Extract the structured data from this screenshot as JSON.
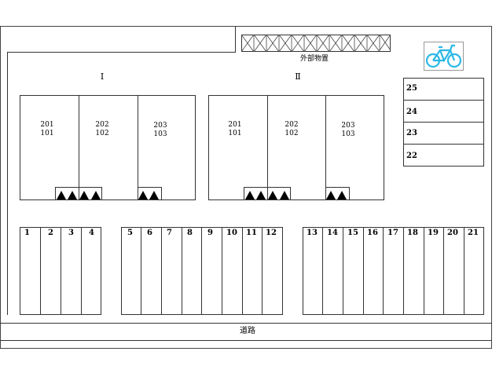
{
  "storage": {
    "label": "外部物置"
  },
  "buildings": [
    {
      "label": "I",
      "units": [
        "201\n101",
        "202\n102",
        "203\n103"
      ]
    },
    {
      "label": "Ⅱ",
      "units": [
        "201\n101",
        "202\n102",
        "203\n103"
      ]
    }
  ],
  "right_spaces": [
    "25",
    "24",
    "23",
    "22"
  ],
  "parking": {
    "group1": [
      "1",
      "2",
      "3",
      "4"
    ],
    "group2": [
      "5",
      "6",
      "7",
      "8",
      "9",
      "10",
      "11",
      "12"
    ],
    "group3": [
      "13",
      "14",
      "15",
      "16",
      "17",
      "18",
      "19",
      "20",
      "21"
    ]
  },
  "road": {
    "label": "道路"
  },
  "bicycle": {
    "icon": "bicycle-icon",
    "color": "#2bb8e6"
  }
}
